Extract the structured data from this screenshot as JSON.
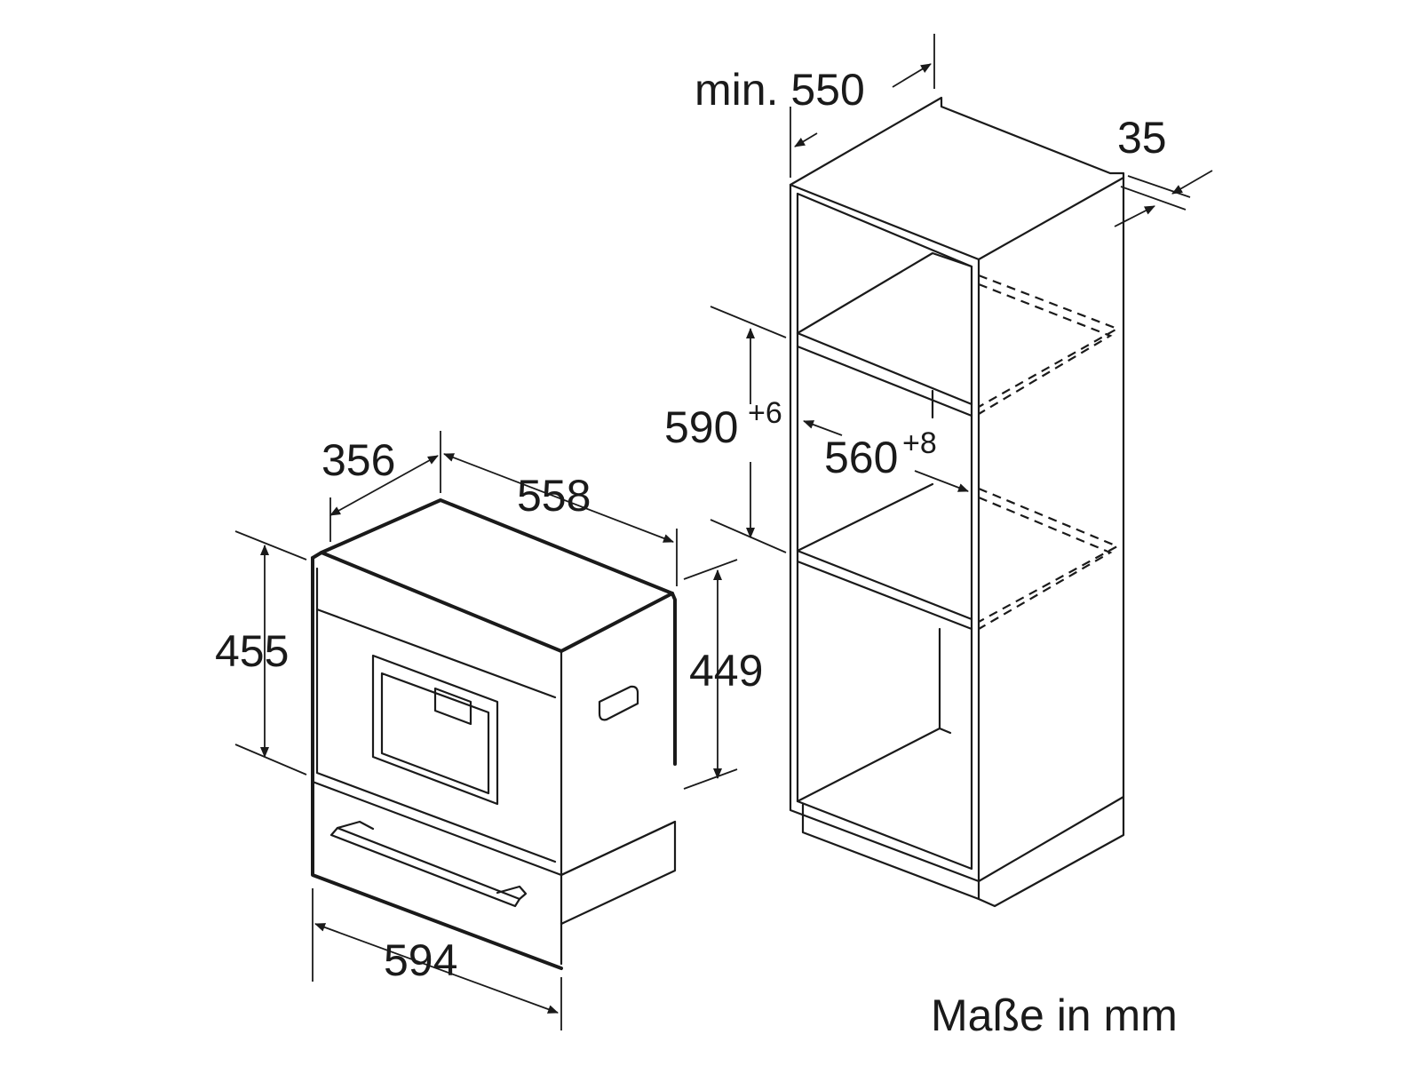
{
  "dimensions": {
    "machine_depth": "356",
    "machine_width_top": "558",
    "machine_height_total": "455",
    "machine_height_body": "449",
    "machine_front_width": "594",
    "niche_depth": "min. 550",
    "panel_thickness": "35",
    "niche_height": "590",
    "niche_height_tolerance": "+6",
    "niche_width": "560",
    "niche_width_tolerance": "+8"
  },
  "caption": "Maße in mm"
}
